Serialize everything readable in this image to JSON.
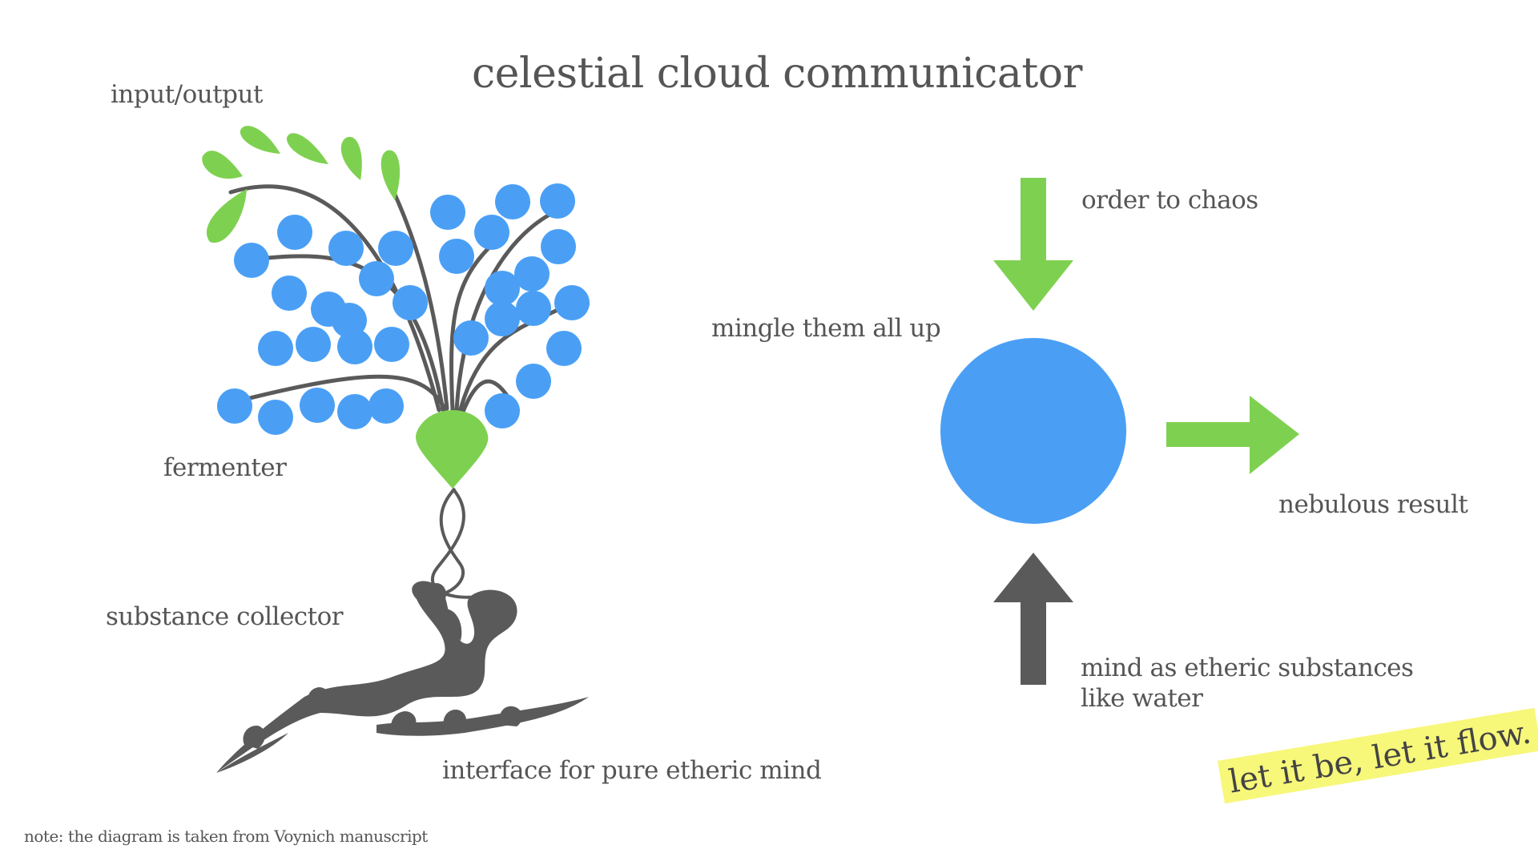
{
  "title": "celestial cloud communicator",
  "labels": {
    "input_output": "input/output",
    "fermenter": "fermenter",
    "substance_collector": "substance collector",
    "interface": "interface for pure etheric mind",
    "order_to_chaos": "order to chaos",
    "mingle": "mingle them all up",
    "nebulous_result": "nebulous result",
    "mind_line1": "mind as etheric substances",
    "mind_line2": "like water"
  },
  "note": "note: the diagram is taken from Voynich manuscript",
  "tagline": "let it be, let it flow.",
  "colors": {
    "green": "#7ed150",
    "blue": "#4a9ff5",
    "gray": "#5a5a5a",
    "text": "#555555",
    "highlight": "#f7f77a"
  }
}
